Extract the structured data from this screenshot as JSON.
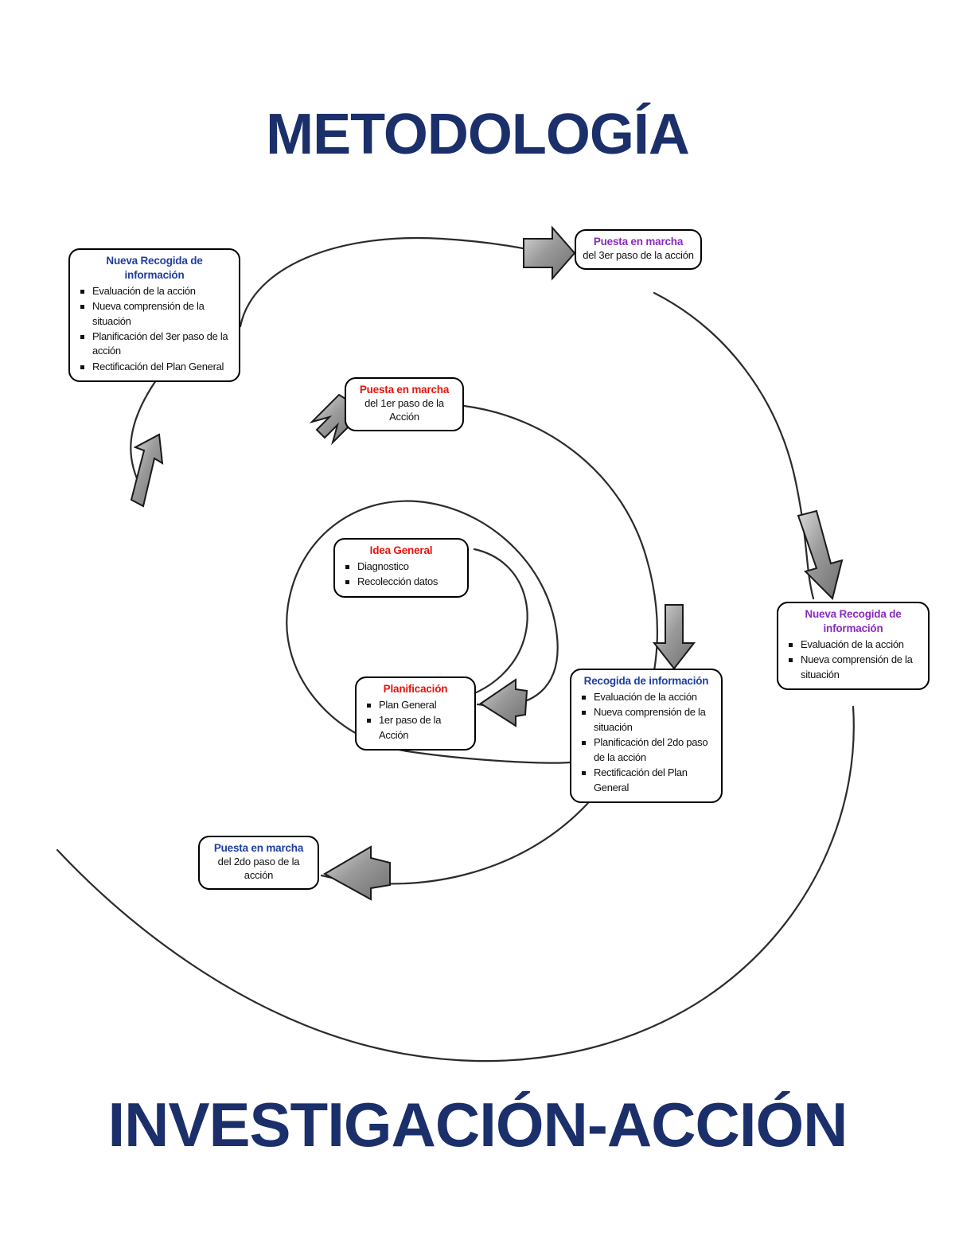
{
  "titles": {
    "top": "METODOLOGÍA",
    "bottom": "INVESTIGACIÓN-ACCIÓN"
  },
  "colors": {
    "title_navy": "#1b2f6b",
    "heading_blue": "#1f3fa0",
    "heading_red": "#e8140c",
    "heading_purple": "#8a2ac0",
    "arrow_gray": "#8c8c8c",
    "spiral_line": "#2b2b2b",
    "box_border": "#000000"
  },
  "nodes": {
    "idea_general": {
      "title": "Idea General",
      "items": [
        "Diagnostico",
        "Recolección datos"
      ]
    },
    "planificacion": {
      "title": "Planificación",
      "items": [
        "Plan General",
        "1er paso de la Acción"
      ]
    },
    "puesta_1": {
      "title": "Puesta en marcha",
      "subtitle": "del 1er paso de la Acción"
    },
    "recogida": {
      "title": "Recogida de información",
      "items": [
        "Evaluación de la acción",
        "Nueva comprensión de la situación",
        "Planificación del 2do paso de la acción",
        "Rectificación del Plan General"
      ]
    },
    "puesta_2": {
      "title": "Puesta en marcha",
      "subtitle": "del 2do paso de la acción"
    },
    "nueva_recogida_1": {
      "title": "Nueva Recogida de información",
      "items": [
        "Evaluación de la acción",
        "Nueva comprensión de la situación",
        "Planificación del 3er paso de la acción",
        "Rectificación del Plan General"
      ]
    },
    "puesta_3": {
      "title": "Puesta en marcha",
      "subtitle": "del 3er paso de la acción"
    },
    "nueva_recogida_2": {
      "title": "Nueva Recogida de información",
      "items": [
        "Evaluación de la acción",
        "Nueva comprensión de la situación"
      ]
    }
  },
  "arrows": [
    {
      "name": "arrow-to-puesta-1",
      "direction": "up-right"
    },
    {
      "name": "arrow-to-puesta-3",
      "direction": "right"
    },
    {
      "name": "arrow-to-nueva-recogida-1",
      "direction": "up-right"
    },
    {
      "name": "arrow-to-recogida",
      "direction": "down"
    },
    {
      "name": "arrow-to-planificacion",
      "direction": "left"
    },
    {
      "name": "arrow-to-nueva-recogida-2",
      "direction": "down"
    },
    {
      "name": "arrow-to-puesta-2",
      "direction": "left"
    }
  ]
}
